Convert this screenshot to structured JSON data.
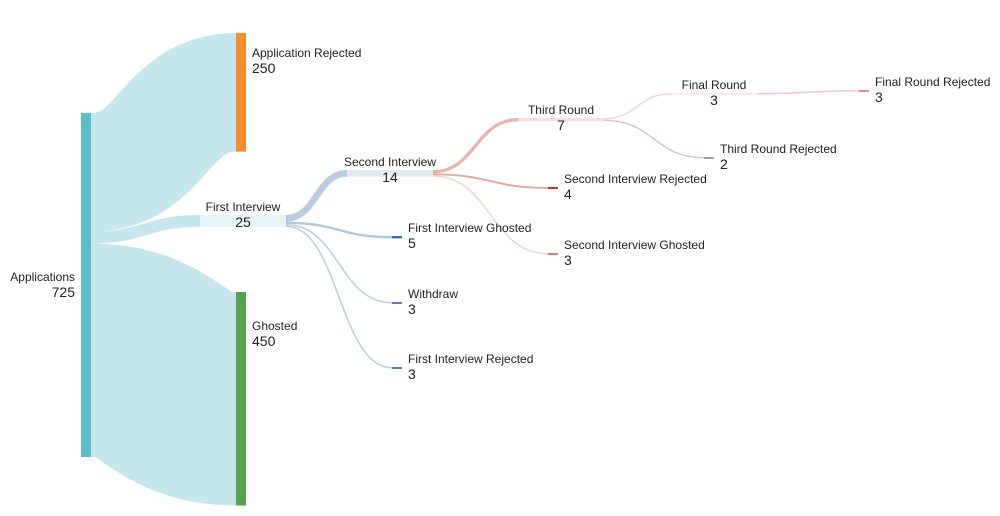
{
  "chart_data": {
    "type": "sankey",
    "nodes": [
      {
        "id": "applications",
        "name": "Applications",
        "value": 725,
        "color": "#5BBCCB"
      },
      {
        "id": "app-rejected",
        "name": "Application Rejected",
        "value": 250,
        "color": "#F28E2B"
      },
      {
        "id": "ghosted",
        "name": "Ghosted",
        "value": 450,
        "color": "#59A14F"
      },
      {
        "id": "first-interview",
        "name": "First Interview",
        "value": 25,
        "color": "#B6E0E7"
      },
      {
        "id": "second-interview",
        "name": "Second Interview",
        "value": 14,
        "color": "#A9BFD6"
      },
      {
        "id": "first-ghosted",
        "name": "First Interview Ghosted",
        "value": 5,
        "color": "#2F6FAF"
      },
      {
        "id": "withdraw",
        "name": "Withdraw",
        "value": 3,
        "color": "#9467BD"
      },
      {
        "id": "first-rejected",
        "name": "First Interview Rejected",
        "value": 3,
        "color": "#4A86C5"
      },
      {
        "id": "third-round",
        "name": "Third Round",
        "value": 7,
        "color": "#E8A3A8"
      },
      {
        "id": "second-rejected",
        "name": "Second Interview Rejected",
        "value": 4,
        "color": "#C0392B"
      },
      {
        "id": "second-ghosted",
        "name": "Second Interview Ghosted",
        "value": 3,
        "color": "#E07A7A"
      },
      {
        "id": "final-round",
        "name": "Final Round",
        "value": 3,
        "color": "#F4C6D8"
      },
      {
        "id": "third-rejected",
        "name": "Third Round Rejected",
        "value": 2,
        "color": "#9E9E9E"
      },
      {
        "id": "final-rejected",
        "name": "Final Round Rejected",
        "value": 3,
        "color": "#D98CB3"
      }
    ],
    "links": [
      {
        "source": "applications",
        "target": "app-rejected",
        "value": 250,
        "color": "#B6E0E7"
      },
      {
        "source": "applications",
        "target": "first-interview",
        "value": 25,
        "color": "#B6E0E7"
      },
      {
        "source": "applications",
        "target": "ghosted",
        "value": 450,
        "color": "#B6E0E7"
      },
      {
        "source": "first-interview",
        "target": "second-interview",
        "value": 14,
        "color": "#A9BFD6"
      },
      {
        "source": "first-interview",
        "target": "first-ghosted",
        "value": 5,
        "color": "#9DB9D1"
      },
      {
        "source": "first-interview",
        "target": "withdraw",
        "value": 3,
        "color": "#A9C3DB"
      },
      {
        "source": "first-interview",
        "target": "first-rejected",
        "value": 3,
        "color": "#A9C3DB"
      },
      {
        "source": "second-interview",
        "target": "third-round",
        "value": 7,
        "color": "#DFA29B"
      },
      {
        "source": "second-interview",
        "target": "second-rejected",
        "value": 4,
        "color": "#D9918A"
      },
      {
        "source": "second-interview",
        "target": "second-ghosted",
        "value": 3,
        "color": "#ECC7C1"
      },
      {
        "source": "third-round",
        "target": "final-round",
        "value": 3,
        "color": "#F0C6D6"
      },
      {
        "source": "third-round",
        "target": "third-rejected",
        "value": 2,
        "color": "#CFB7BC"
      },
      {
        "source": "final-round",
        "target": "final-rejected",
        "value": 3,
        "color": "#E8B6D3"
      }
    ]
  }
}
